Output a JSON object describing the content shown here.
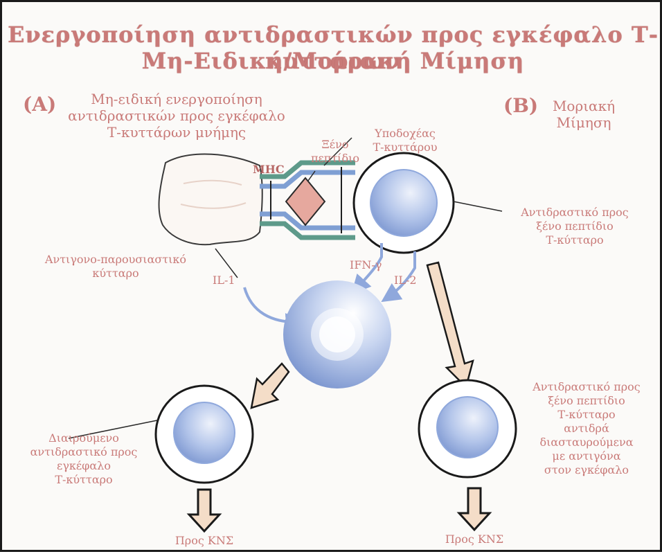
{
  "title": {
    "line1": "Ενεργοποίηση αντιδραστικών προς εγκέφαλο Τ-κυττάρων",
    "line2": "Μη-Ειδική/Μοριακή Μίμηση"
  },
  "panel_a": {
    "marker": "(A)",
    "heading_line1": "Μη-ειδική ενεργοποίηση",
    "heading_line2": "αντιδραστικών προς εγκέφαλο",
    "heading_line3": "Τ-κυττάρων μνήμης"
  },
  "panel_b": {
    "marker": "(B)",
    "heading_line1": "Μοριακή",
    "heading_line2": "Μίμηση"
  },
  "labels": {
    "receptor_line1": "Υποδοχέας",
    "receptor_line2": "Τ-κυττάρου",
    "foreign_peptide_line1": "Ξένο",
    "foreign_peptide_line2": "πεπτίδιο",
    "mhc": "MHC",
    "apc_line1": "Αντιγονο-παρουσιαστικό",
    "apc_line2": "κύτταρο",
    "reactive_foreign_line1": "Αντιδραστικό προς",
    "reactive_foreign_line2": "ξένο πεπτίδιο",
    "reactive_foreign_line3": "Τ-κύτταρο",
    "il1": "IL-1",
    "ifn": "IFN-γ",
    "il2": "IL-2",
    "dividing_line1": "Διαιρούμενο",
    "dividing_line2": "αντιδραστικό προς",
    "dividing_line3": "εγκέφαλο",
    "dividing_line4": "Τ-κύτταρο",
    "cross_line1": "Αντιδραστικό προς",
    "cross_line2": "ξένο πεπτίδιο",
    "cross_line3": "Τ-κύτταρο",
    "cross_line4": "αντιδρά",
    "cross_line5": "διασταυρούμενα",
    "cross_line6": "με αντιγόνα",
    "cross_line7": "στον εγκέφαλο",
    "to_cns_left": "Προς ΚΝΣ",
    "to_cns_right": "Προς ΚΝΣ"
  },
  "colors": {
    "label_text": "#c97a78",
    "cell_blue": "#8fa8dc",
    "arrow_fill": "#f4ddc8",
    "mhc_pink": "#e6a89e",
    "receptor_green": "#5e9a8a",
    "receptor_blue": "#7f9fd3"
  }
}
